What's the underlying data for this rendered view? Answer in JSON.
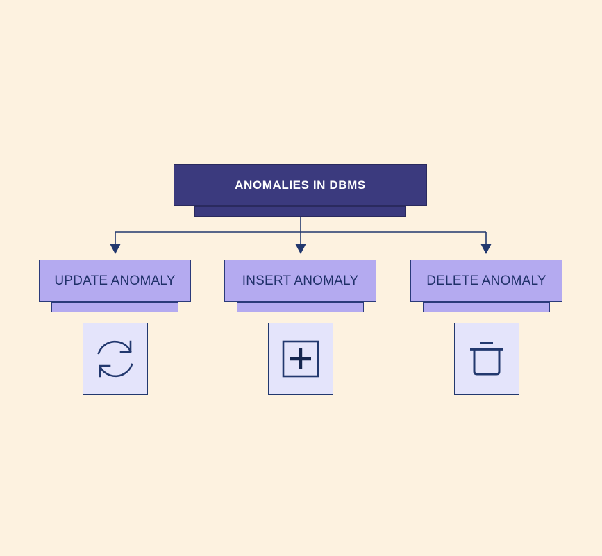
{
  "diagram": {
    "title": "ANOMALIES IN DBMS",
    "background_color": "#fdf2e0",
    "root": {
      "label": "ANOMALIES IN DBMS",
      "fill_color": "#3b3a7e",
      "text_color": "#ffffff",
      "border_color": "#2a2a5e"
    },
    "children": [
      {
        "label": "UPDATE ANOMALY",
        "fill_color": "#b4aaf0",
        "text_color": "#1f3068",
        "border_color": "#2a3a7a",
        "icon": "refresh-sync-icon",
        "icon_box_color": "#e4e4fb"
      },
      {
        "label": "INSERT ANOMALY",
        "fill_color": "#b4aaf0",
        "text_color": "#1f3068",
        "border_color": "#2a3a7a",
        "icon": "plus-square-icon",
        "icon_box_color": "#e4e4fb"
      },
      {
        "label": "DELETE ANOMALY",
        "fill_color": "#b4aaf0",
        "text_color": "#1f3068",
        "border_color": "#2a3a7a",
        "icon": "trash-can-icon",
        "icon_box_color": "#e4e4fb"
      }
    ],
    "connector": {
      "color": "#22386e",
      "style": "orthogonal-elbow-with-arrowheads"
    }
  }
}
